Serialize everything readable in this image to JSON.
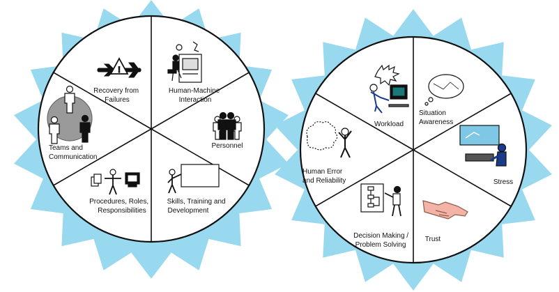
{
  "left_wheel": {
    "segments": [
      {
        "name": "recovery",
        "lines": [
          "Recovery from",
          "Failures"
        ],
        "icon": "airplane-warning-icon"
      },
      {
        "name": "hmi",
        "lines": [
          "Human-Machine",
          "Interaction"
        ],
        "icon": "operator-console-icon"
      },
      {
        "name": "personnel",
        "lines": [
          "Personnel"
        ],
        "icon": "group-of-people-icon"
      },
      {
        "name": "skills",
        "lines": [
          "Skills, Training and",
          "Development"
        ],
        "icon": "presenter-board-icon"
      },
      {
        "name": "procedures",
        "lines": [
          "Procedures, Roles,",
          "Responsibilities"
        ],
        "icon": "documents-person-monitor-icon"
      },
      {
        "name": "teams",
        "lines": [
          "Teams and",
          "Communication"
        ],
        "icon": "team-circle-icon"
      }
    ]
  },
  "right_wheel": {
    "segments": [
      {
        "name": "workload",
        "lines": [
          "Workload"
        ],
        "icon": "stressed-computer-user-icon"
      },
      {
        "name": "situation-awareness",
        "lines": [
          "Situation",
          "Awareness"
        ],
        "icon": "thought-bubble-icon"
      },
      {
        "name": "stress",
        "lines": [
          "Stress"
        ],
        "icon": "operator-at-desk-icon"
      },
      {
        "name": "trust",
        "lines": [
          "Trust"
        ],
        "icon": "handshake-icon"
      },
      {
        "name": "decision-making",
        "lines": [
          "Decision Making /",
          "Problem Solving"
        ],
        "icon": "flowchart-person-icon"
      },
      {
        "name": "human-error",
        "lines": [
          "Human Error",
          "and Reliability"
        ],
        "icon": "confused-person-icon"
      }
    ]
  },
  "colors": {
    "starburst": "#99d9f0",
    "wheel_fill": "#ffffff",
    "line": "#111111",
    "grey": "#9a9a9a"
  }
}
